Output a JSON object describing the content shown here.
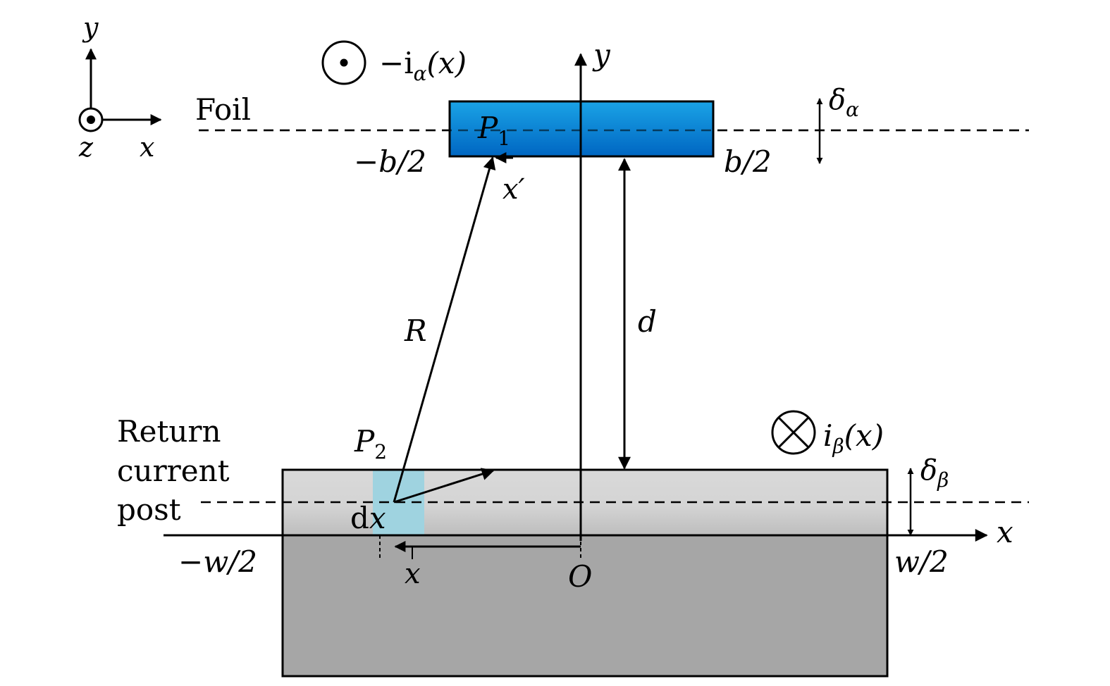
{
  "axes_icon": {
    "y_label": "y",
    "x_label": "x",
    "z_label": "z"
  },
  "foil": {
    "label": "Foil",
    "current_label": "−i",
    "current_sub": "α",
    "current_arg": "(x)",
    "left_edge": "−b/2",
    "right_edge": "b/2",
    "point": "P",
    "point_sub": "1",
    "xprime": "x′",
    "thickness": "δ",
    "thickness_sub": "α",
    "fill_top": "#1aa3e6",
    "fill_bottom": "#0066c2"
  },
  "post": {
    "label_lines": [
      "Return",
      "current",
      "post"
    ],
    "current_label": "i",
    "current_sub": "β",
    "current_arg": "(x)",
    "left_edge": "−w/2",
    "right_edge": "w/2",
    "point": "P",
    "point_sub": "2",
    "dx_d": "d",
    "dx_x": "x",
    "x_label": "x",
    "thickness": "δ",
    "thickness_sub": "β",
    "skin_fill": "#dcdcdc",
    "body_fill": "#a6a6a6",
    "element_fill": "#9fd3e0"
  },
  "center_axes": {
    "y_label": "y",
    "x_label": "x",
    "origin_label": "O"
  },
  "distances": {
    "R_label": "R",
    "d_label": "d"
  }
}
